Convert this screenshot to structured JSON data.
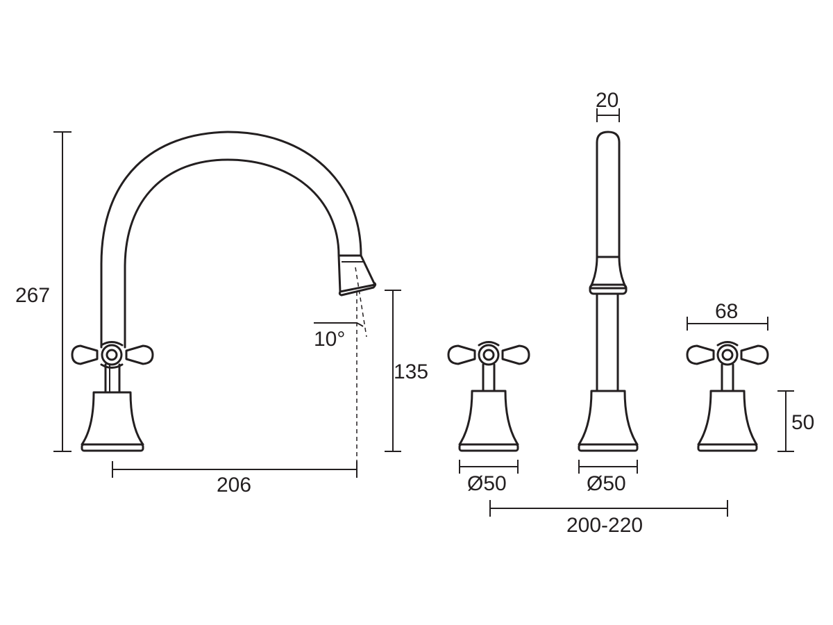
{
  "dimensions": {
    "total_height": "267",
    "spout_angle": "10°",
    "spout_outlet_height": "135",
    "spout_reach": "206",
    "handle_base_diameter": "Ø50",
    "spout_base_diameter": "Ø50",
    "tap_centres": "200-220",
    "spout_tube_width": "20",
    "handle_width": "68",
    "handle_base_height": "50"
  },
  "colors": {
    "ink": "#231f20",
    "background": "#ffffff"
  }
}
